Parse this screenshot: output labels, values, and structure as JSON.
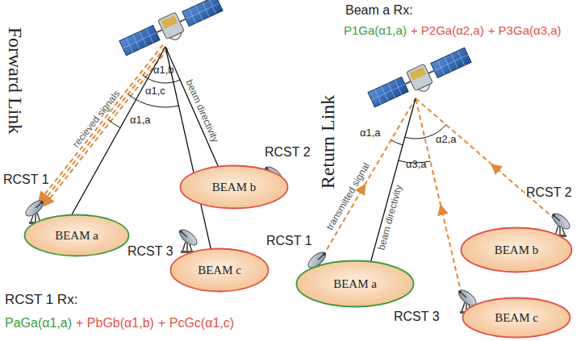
{
  "diagram": {
    "nodes": [
      {
        "text": [
          "BEAM a"
        ]
      },
      {
        "text": [
          "BEAM b"
        ]
      },
      {
        "text": [
          "BEAM c"
        ]
      },
      {
        "text": [
          "BEAM a"
        ]
      },
      {
        "text": [
          "BEAM b"
        ]
      },
      {
        "text": [
          "BEAM c"
        ]
      }
    ],
    "labels": [
      "Forward Link",
      "recieved signals",
      "α1,b",
      "α1,c",
      "α1,a",
      "beam directivity",
      "RCST 1",
      "RCST 2",
      "RCST 3",
      "RCST 1 Rx:",
      "PaGa(α1,a)",
      "+ PbGb(α1,b)",
      "+ PcGc(α1,c)",
      "Beam a Rx:",
      "P1Ga(α1,a)",
      "+ P2Ga(α2,a)",
      "+ P3Ga(α3,a)",
      "Return Link",
      "α1,a",
      "α2,a",
      "α3,a",
      "transmitted signal",
      "beam directivity",
      "RCST 1",
      "RCST 2",
      "RCST 3"
    ]
  }
}
